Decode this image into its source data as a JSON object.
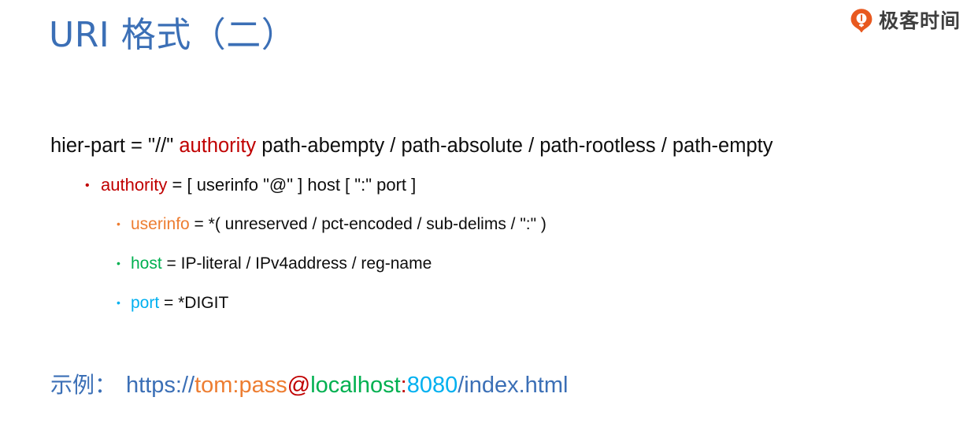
{
  "brand": {
    "name": "极客时间",
    "logo_icon": "geektime-pin-icon",
    "logo_color": "#E8591F"
  },
  "slide": {
    "title": "URI 格式（二）",
    "title_color": "#3b6fb6"
  },
  "colors": {
    "authority": "#C00000",
    "userinfo": "#ED7D31",
    "host": "#00B050",
    "port": "#00B0F0",
    "plain": "#0d0d0d",
    "blue": "#3b6fb6"
  },
  "body": {
    "line0": {
      "prefix": "hier-part = \"//\" ",
      "highlight": "authority",
      "suffix": " path-abempty / path-absolute / path-rootless / path-empty"
    },
    "line1": {
      "bullet": "•",
      "highlight": "authority",
      "rest": " = [ userinfo \"@\" ] host [ \":\" port ]"
    },
    "line2": {
      "bullet": "•",
      "highlight": "userinfo",
      "rest": " = *( unreserved / pct-encoded / sub-delims / \":\" )"
    },
    "line3": {
      "bullet": "•",
      "highlight": "host",
      "rest": " = IP-literal / IPv4address / reg-name"
    },
    "line4": {
      "bullet": "•",
      "highlight": "port",
      "rest": " = *DIGIT"
    }
  },
  "example": {
    "label": "示例：",
    "scheme": "https://",
    "userinfo": "tom:pass",
    "at": "@",
    "host": "localhost",
    "colon": ":",
    "port": "8080",
    "path": "/index.html",
    "full_url": "https://tom:pass@localhost:8080/index.html"
  }
}
